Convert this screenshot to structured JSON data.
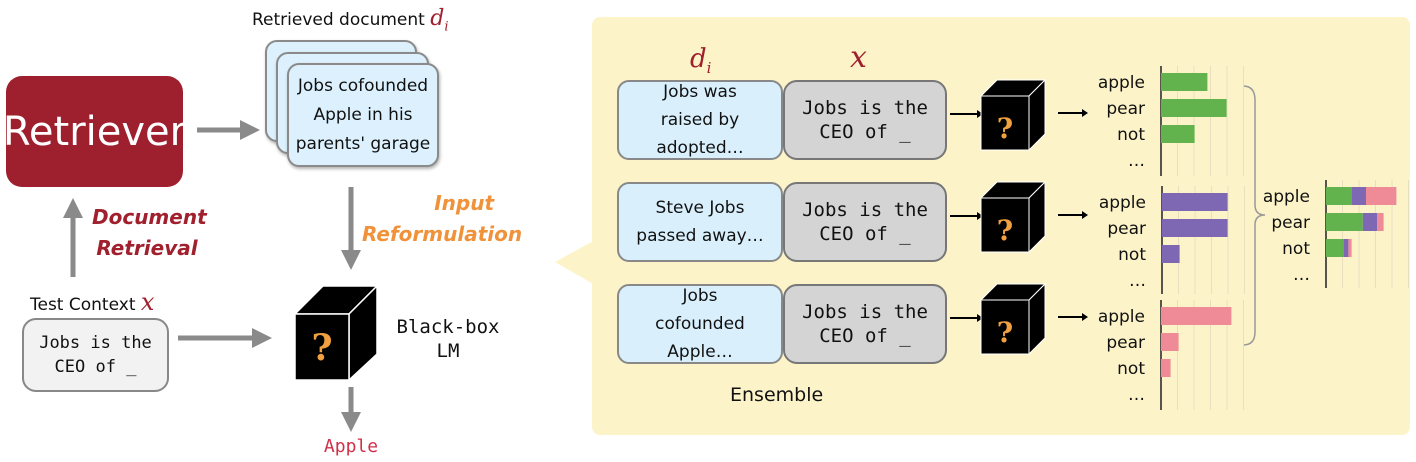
{
  "retriever": {
    "label": "Retriever"
  },
  "retrieved_doc": {
    "title": "Retrieved document",
    "symbol": "d",
    "subscript": "i",
    "text": [
      "Jobs cofounded",
      "Apple in his",
      "parents' garage"
    ]
  },
  "document_retrieval": {
    "lines": [
      "Document",
      "Retrieval"
    ],
    "color": "#a0202e"
  },
  "input_reformulation": {
    "lines": [
      "Input",
      "Reformulation"
    ],
    "color": "#f0923a"
  },
  "test_context": {
    "title": "Test Context",
    "symbol": "x",
    "text": "Jobs is the\nCEO of _"
  },
  "blackbox": {
    "label": "Black-box\nLM",
    "icon": "question-cube-icon"
  },
  "output": {
    "text": "Apple"
  },
  "panel": {
    "doc_symbol": "d",
    "doc_subscript": "i",
    "ctx_symbol": "x",
    "rows": [
      {
        "doc": "Jobs was raised by adopted…",
        "context": "Jobs is the\nCEO of _"
      },
      {
        "doc": "Steve Jobs passed away…",
        "context": "Jobs is the\nCEO of _"
      },
      {
        "doc": "Jobs cofounded Apple…",
        "context": "Jobs is the\nCEO of _"
      }
    ],
    "ensemble_label": "Ensemble"
  },
  "chart_data": [
    {
      "type": "bar",
      "orientation": "horizontal",
      "categories": [
        "apple",
        "pear",
        "not",
        "..."
      ],
      "series": [
        {
          "values": [
            0.29,
            0.41,
            0.21,
            null
          ],
          "color": "#62b34e"
        }
      ]
    },
    {
      "type": "bar",
      "orientation": "horizontal",
      "categories": [
        "apple",
        "pear",
        "not",
        "..."
      ],
      "series": [
        {
          "values": [
            0.41,
            0.41,
            0.11,
            null
          ],
          "color": "#7f68b3"
        }
      ]
    },
    {
      "type": "bar",
      "orientation": "horizontal",
      "categories": [
        "apple",
        "pear",
        "not",
        "..."
      ],
      "series": [
        {
          "values": [
            0.44,
            0.11,
            0.06,
            null
          ],
          "color": "#ef8a97"
        }
      ]
    },
    {
      "type": "bar",
      "orientation": "horizontal",
      "stacked": true,
      "categories": [
        "apple",
        "pear",
        "not",
        "..."
      ],
      "series": [
        {
          "values": [
            0.16,
            0.23,
            0.11,
            null
          ],
          "color": "#62b34e"
        },
        {
          "values": [
            0.09,
            0.09,
            0.03,
            null
          ],
          "color": "#7f68b3"
        },
        {
          "values": [
            0.19,
            0.04,
            0.02,
            null
          ],
          "color": "#ef8a97"
        }
      ]
    }
  ]
}
